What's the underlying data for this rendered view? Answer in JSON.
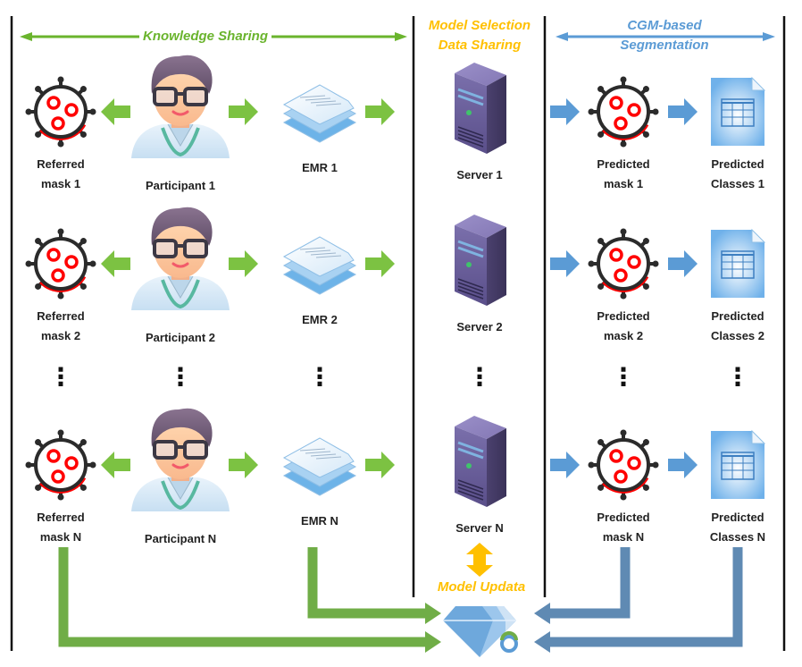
{
  "sections": {
    "knowledge_sharing": {
      "label": "Knowledge Sharing",
      "color": "#6ab42d"
    },
    "model_selection": {
      "label_line1": "Model Selection",
      "label_line2": "Data Sharing",
      "color": "#ffc000"
    },
    "segmentation": {
      "label_line1": "CGM-based",
      "label_line2": "Segmentation",
      "color": "#5b9bd5"
    }
  },
  "rows": [
    {
      "referred_mask": [
        "Referred",
        "mask 1"
      ],
      "participant": "Participant 1",
      "emr": "EMR 1",
      "server": "Server 1",
      "predicted_mask": [
        "Predicted",
        "mask 1"
      ],
      "predicted_classes": [
        "Predicted",
        "Classes 1"
      ]
    },
    {
      "referred_mask": [
        "Referred",
        "mask 2"
      ],
      "participant": "Participant 2",
      "emr": "EMR 2",
      "server": "Server 2",
      "predicted_mask": [
        "Predicted",
        "mask 2"
      ],
      "predicted_classes": [
        "Predicted",
        "Classes 2"
      ]
    },
    {
      "referred_mask": [
        "Referred",
        "mask N"
      ],
      "participant": "Participant N",
      "emr": "EMR N",
      "server": "Server N",
      "predicted_mask": [
        "Predicted",
        "mask N"
      ],
      "predicted_classes": [
        "Predicted",
        "Classes N"
      ]
    }
  ],
  "ellipsis": "⋮",
  "model_update": {
    "label": "Model Updata",
    "color": "#ffc000"
  },
  "icons": {
    "mask": "virus-mask-icon",
    "participant": "doctor-avatar-icon",
    "emr": "document-stack-icon",
    "server": "server-tower-icon",
    "classes": "spreadsheet-file-icon",
    "global_model": "diamond-model-icon"
  },
  "colors": {
    "green_arrow": "#7cc242",
    "green_flow": "#70ad47",
    "blue_arrow": "#5b9bd5",
    "steel_flow": "#5f8ab3",
    "divider": "#111111",
    "mask_red": "#ff0000"
  }
}
